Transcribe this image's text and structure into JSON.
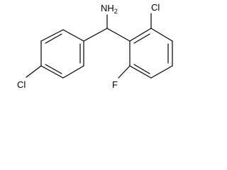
{
  "molecule": {
    "labels": {
      "amine": "NH",
      "amine_subscript": "2",
      "chloro_left": "Cl",
      "chloro_top_right": "Cl",
      "fluoro": "F"
    }
  }
}
